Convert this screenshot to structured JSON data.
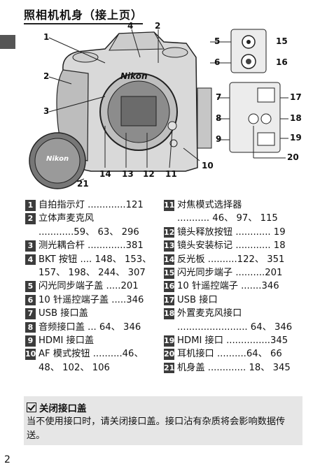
{
  "header": {
    "title": "照相机机身（接上页）"
  },
  "page_number": "2",
  "figure_callouts": [
    "1",
    "2",
    "3",
    "4",
    "2",
    "5",
    "6",
    "7",
    "8",
    "9",
    "10",
    "11",
    "12",
    "13",
    "14",
    "15",
    "16",
    "17",
    "18",
    "19",
    "20",
    "21"
  ],
  "figure_text": {
    "nikon_logo": "Nikon",
    "cap_logo": "Nikon"
  },
  "legend_left": [
    {
      "num": "1",
      "text": "自拍指示灯 .............121"
    },
    {
      "num": "2",
      "text": "立体声麦克风",
      "cont": "............59、 63、 296"
    },
    {
      "num": "3",
      "text": "测光耦合杆 .............381"
    },
    {
      "num": "4",
      "text": "BKT 按钮 .... 148、 153、",
      "cont": "157、 198、 244、 307"
    },
    {
      "num": "5",
      "text": "闪光同步端子盖 .....201"
    },
    {
      "num": "6",
      "text": "10 针遥控端子盖 .....346"
    },
    {
      "num": "7",
      "text": "USB 接口盖"
    },
    {
      "num": "8",
      "text": "音频接口盖 ... 64、 346"
    },
    {
      "num": "9",
      "text": "HDMI 接口盖"
    },
    {
      "num": "10",
      "text": "AF 模式按钮 ..........46、",
      "cont": "48、 102、 106"
    }
  ],
  "legend_right": [
    {
      "num": "11",
      "text": "对焦模式选择器",
      "cont": "........... 46、 97、 115"
    },
    {
      "num": "12",
      "text": "镜头释放按钮 ............ 19"
    },
    {
      "num": "13",
      "text": "镜头安装标记 ............ 18"
    },
    {
      "num": "14",
      "text": "反光板 ..........122、 351"
    },
    {
      "num": "15",
      "text": "闪光同步端子 ..........201"
    },
    {
      "num": "16",
      "text": "10 针遥控端子 .......346"
    },
    {
      "num": "17",
      "text": "USB 接口"
    },
    {
      "num": "18",
      "text": "外置麦克风接口",
      "cont": "........................ 64、 346"
    },
    {
      "num": "19",
      "text": "HDMI 接口 ...............345"
    },
    {
      "num": "20",
      "text": "耳机接口 ..........64、 66"
    },
    {
      "num": "21",
      "text": "机身盖 ............. 18、 345"
    }
  ],
  "note": {
    "icon": "check-box-icon",
    "title": "关闭接口盖",
    "body": "当不使用接口时，请关闭接口盖。接口沾有杂质将会影响数据传送。"
  }
}
